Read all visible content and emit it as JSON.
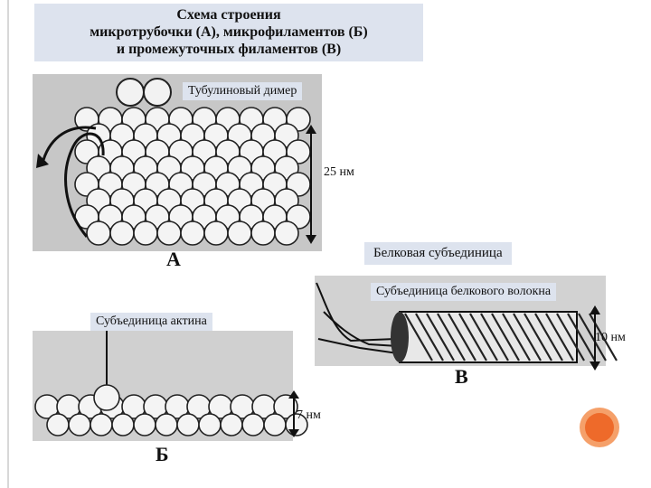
{
  "title": {
    "line1": "Схема строения",
    "line2": "микротрубочки (А), микрофиламентов (Б)",
    "line3": "и промежуточных филаментов (В)"
  },
  "labels": {
    "tubulin_dimer": "Тубулиновый димер",
    "size_25": "25 нм",
    "letter_a": "А",
    "protein_subunit": "Белковая субъединица",
    "fiber_subunit": "Субъединица белкового волокна",
    "actin_subunit": "Субъединица актина",
    "size_10": "10 нм",
    "letter_v": "В",
    "size_7": "7 нм",
    "letter_b": "Б"
  },
  "colors": {
    "title_bg": "#dde3ee",
    "accent_orange": "#ee6a2a",
    "figure_bg": "#cfcfcf"
  }
}
